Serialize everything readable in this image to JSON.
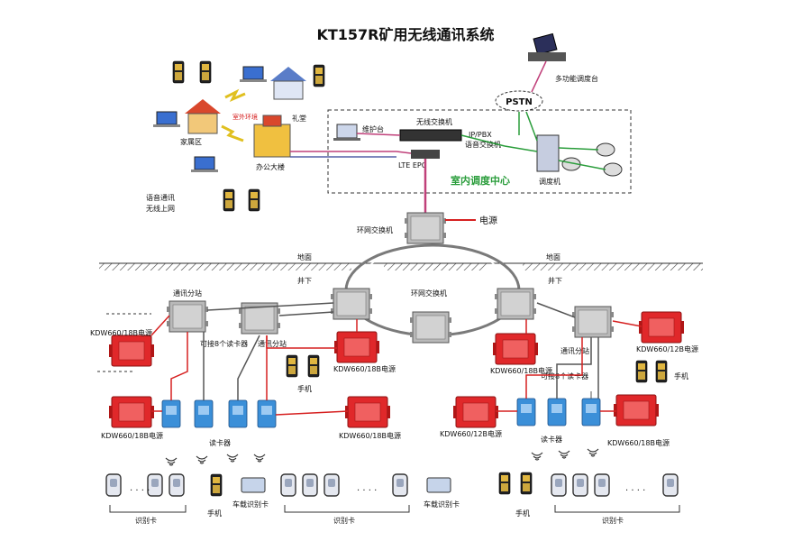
{
  "title": "KT157R矿用无线通讯系统",
  "surface": {
    "pstn": "PSTN",
    "dispatch_console": "多功能调度台",
    "outdoor_env": "室外环境",
    "auditorium": "礼堂",
    "home": "家属区",
    "office": "办公大楼",
    "voice_wireless": [
      "语音通讯",
      "无线上网"
    ],
    "maint_station": "维护台",
    "wireless_switch": "无线交换机",
    "ippbx": [
      "IP/PBX",
      "语音交换机"
    ],
    "lte_epc": "LTE EPC",
    "dispatch_center": "室内调度中心",
    "dispatcher": "调度机",
    "ring_switch_top": "环网交换机",
    "power": "电源",
    "ground_left": "地面",
    "ground_right": "地面",
    "underground": "井下"
  },
  "underground": {
    "ring_switch": "环网交换机",
    "substation_1": "通讯分站",
    "substation_2": "通讯分站",
    "substation_3": "通讯分站",
    "power_kdw_188_a": "KDW660/18B电源",
    "power_kdw_188_b": "KDW660/18B电源",
    "power_kdw_188_c": "KDW660/18B电源",
    "power_kdw_188_d": "KDW660/18B电源",
    "power_kdw_188_e": "KDW660/18B电源",
    "power_kdw_128_a": "KDW660/12B电源",
    "power_kdw_128_b": "KDW660/12B电源",
    "connect_8_readers_1": "可接8个读卡器",
    "connect_8_readers_2": "可接8个读卡器",
    "card_reader_1": "读卡器",
    "card_reader_2": "读卡器",
    "handset_1": "手机",
    "handset_2": "手机",
    "handset_3": "手机",
    "handset_4": "手机",
    "id_card_1": "识别卡",
    "id_card_2": "识别卡",
    "id_card_3": "识别卡",
    "vehicle_card_1": "车载识别卡",
    "vehicle_card_2": "车载识别卡"
  },
  "colors": {
    "power_red": "#e0282a",
    "switch_gray": "#b9b9b9",
    "reader_blue": "#3b8fd8",
    "ring_gray": "#7a7a7a",
    "line_red": "#d62020",
    "line_green": "#2a9d3b",
    "line_magenta": "#c0407a"
  }
}
